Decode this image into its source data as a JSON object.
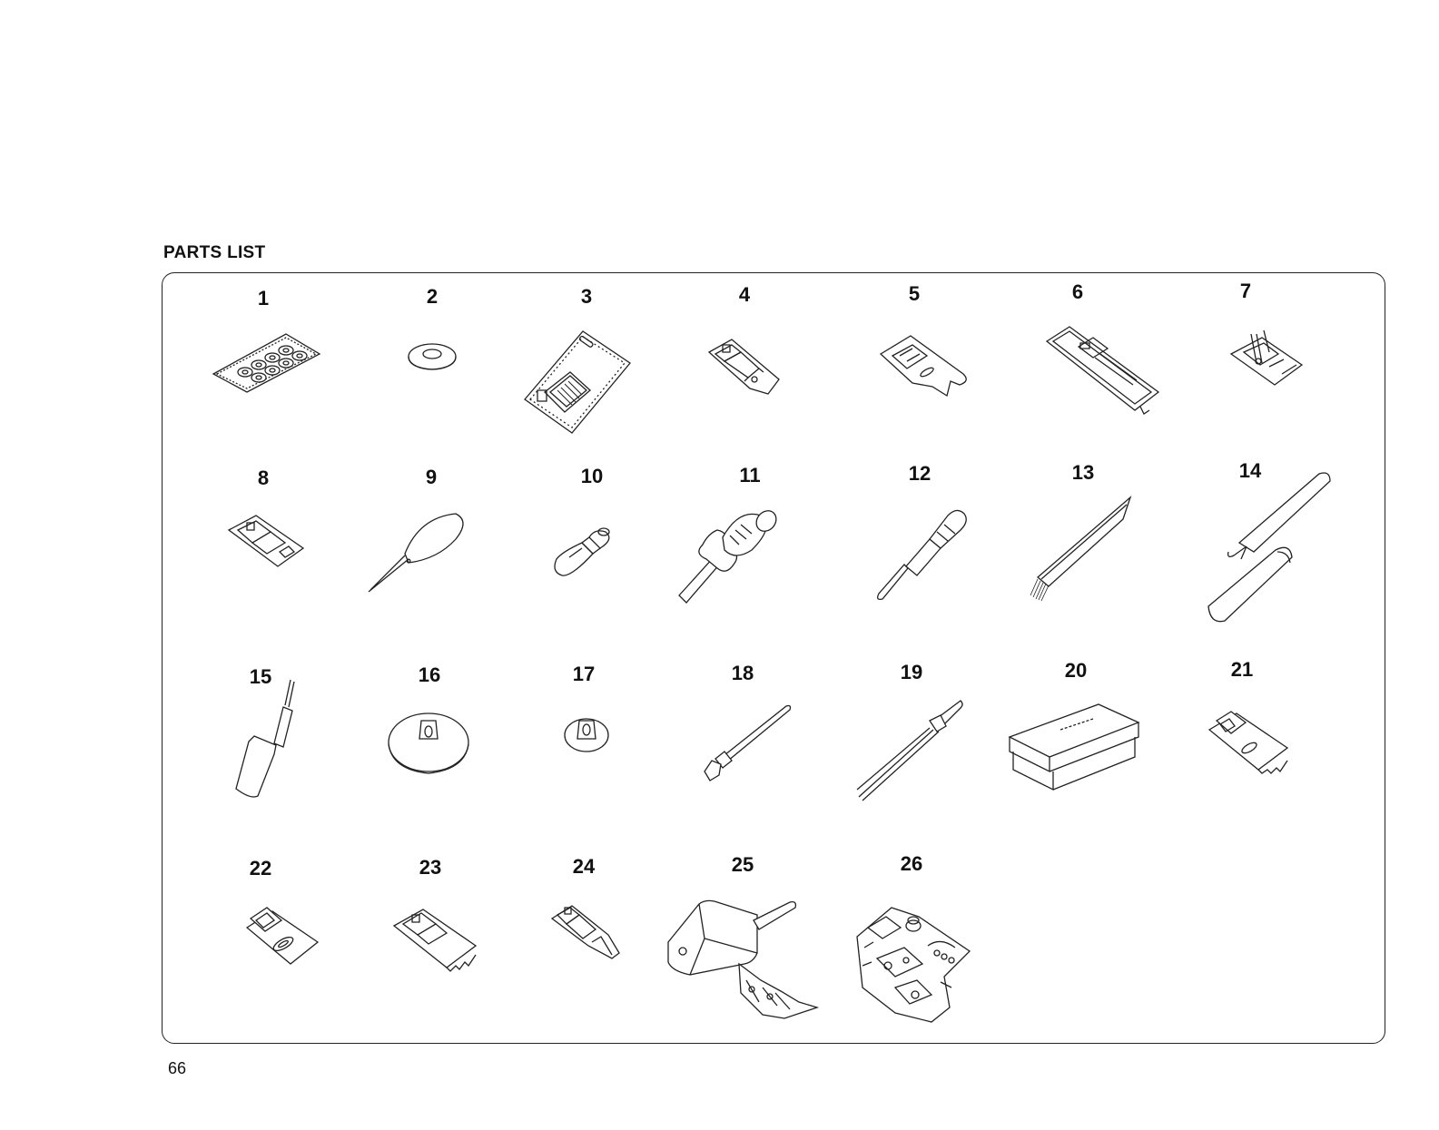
{
  "title": "PARTS LIST",
  "page_number": "66",
  "parts": [
    {
      "number": "1",
      "icon": "bobbins-pack-icon"
    },
    {
      "number": "2",
      "icon": "spool-felt-icon"
    },
    {
      "number": "3",
      "icon": "needle-pack-icon"
    },
    {
      "number": "4",
      "icon": "zipper-foot-icon"
    },
    {
      "number": "5",
      "icon": "satin-stitch-foot-icon"
    },
    {
      "number": "6",
      "icon": "buttonhole-foot-icon"
    },
    {
      "number": "7",
      "icon": "blind-hem-foot-icon"
    },
    {
      "number": "8",
      "icon": "overcasting-foot-icon"
    },
    {
      "number": "9",
      "icon": "needle-threader-icon"
    },
    {
      "number": "10",
      "icon": "light-bulb-icon"
    },
    {
      "number": "11",
      "icon": "screwdriver-large-icon"
    },
    {
      "number": "12",
      "icon": "screwdriver-small-icon"
    },
    {
      "number": "13",
      "icon": "lint-brush-icon"
    },
    {
      "number": "14",
      "icon": "seam-ripper-icon"
    },
    {
      "number": "15",
      "icon": "oiler-icon"
    },
    {
      "number": "16",
      "icon": "spool-holder-large-icon"
    },
    {
      "number": "17",
      "icon": "spool-holder-small-icon"
    },
    {
      "number": "18",
      "icon": "spool-pin-icon"
    },
    {
      "number": "19",
      "icon": "twin-needle-icon"
    },
    {
      "number": "20",
      "icon": "accessory-box-icon"
    },
    {
      "number": "21",
      "icon": "rolled-hem-foot-icon"
    },
    {
      "number": "22",
      "icon": "button-sewing-foot-icon"
    },
    {
      "number": "23",
      "icon": "cording-foot-icon"
    },
    {
      "number": "24",
      "icon": "edge-stitch-foot-icon"
    },
    {
      "number": "25",
      "icon": "walking-foot-icon"
    },
    {
      "number": "26",
      "icon": "ruffler-icon"
    }
  ]
}
